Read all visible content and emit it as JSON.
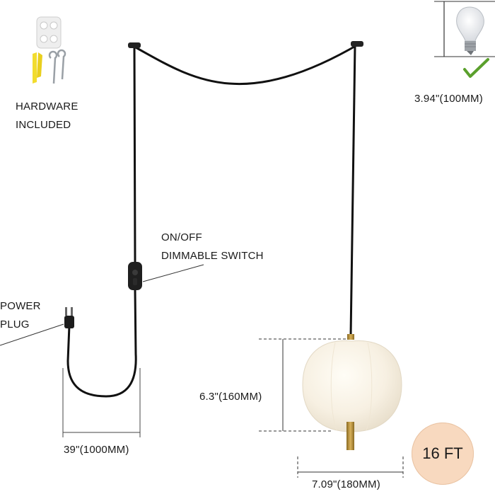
{
  "labels": {
    "hardware_line1": "HARDWARE",
    "hardware_line2": "INCLUDED",
    "bulb_size": "3.94\"(100MM)",
    "switch_line1": "ON/OFF",
    "switch_line2": "DIMMABLE SWITCH",
    "plug_line1": "POWER",
    "plug_line2": "PLUG",
    "shade_height": "6.3\"(160MM)",
    "loop_width": "39\"(1000MM)",
    "shade_width": "7.09\"(180MM)",
    "cord_length": "16 FT"
  },
  "icons": {
    "hardware": "hardware-kit-icon",
    "bulb": "light-bulb-icon",
    "check": "check-mark-icon",
    "switch": "dimmer-switch-icon",
    "plug": "power-plug-icon",
    "lamp": "pendant-lamp-icon"
  },
  "colors": {
    "cord": "#111111",
    "check": "#5aa02c",
    "badge": "#f8d9bf",
    "brass": "#b8923a"
  }
}
